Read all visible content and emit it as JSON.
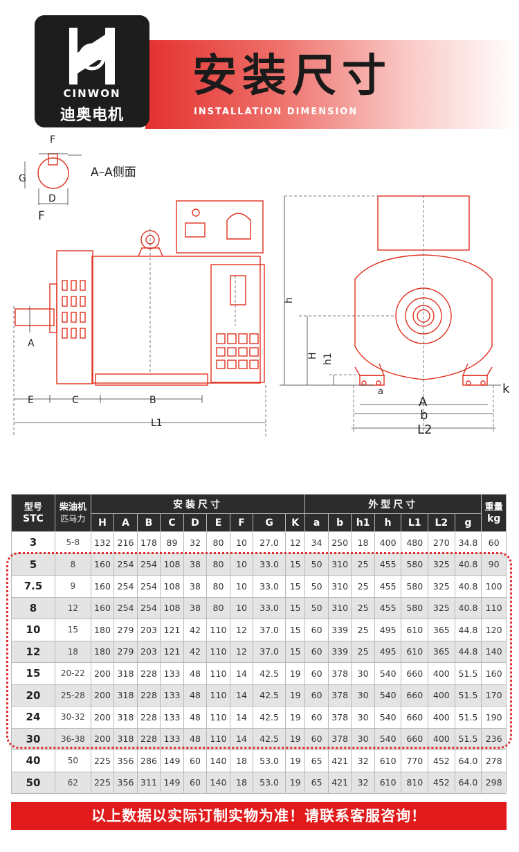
{
  "brand": {
    "name_en": "CINWON",
    "name_cn": "迪奥电机"
  },
  "title": {
    "cn": "安装尺寸",
    "en": "INSTALLATION DIMENSION"
  },
  "drawing": {
    "side_view_caption": "A–A侧面",
    "labels": {
      "F_top": "F",
      "G": "G",
      "D": "D",
      "F_bottom": "F",
      "A_shaft": "A",
      "E": "E",
      "C": "C",
      "B": "B",
      "L1": "L1",
      "h": "h",
      "H": "H",
      "h1": "h1",
      "a": "a",
      "A_front": "A",
      "b": "b",
      "L2": "L2",
      "k": "k"
    },
    "colors": {
      "outline": "#e0301e",
      "dims": "#555555"
    }
  },
  "table": {
    "head": {
      "model_cn": "型号",
      "model_en": "STC",
      "diesel_cn": "柴油机",
      "diesel_sub": "匹马力",
      "group_install": "安装尺寸",
      "group_outer": "外型尺寸",
      "weight_cn": "重量",
      "weight_unit": "kg",
      "install_cols": [
        "H",
        "A",
        "B",
        "C",
        "D",
        "E",
        "F",
        "G",
        "K"
      ],
      "outer_cols": [
        "a",
        "b",
        "h1",
        "h",
        "L1",
        "L2",
        "g"
      ]
    },
    "rows": [
      {
        "model": "3",
        "hp": "5-8",
        "H": "132",
        "A": "216",
        "B": "178",
        "C": "89",
        "D": "32",
        "E": "80",
        "F": "10",
        "G": "27.0",
        "K": "12",
        "a": "34",
        "b": "250",
        "h1": "18",
        "h": "400",
        "L1": "480",
        "L2": "270",
        "g": "34.8",
        "kg": "60"
      },
      {
        "model": "5",
        "hp": "8",
        "H": "160",
        "A": "254",
        "B": "254",
        "C": "108",
        "D": "38",
        "E": "80",
        "F": "10",
        "G": "33.0",
        "K": "15",
        "a": "50",
        "b": "310",
        "h1": "25",
        "h": "455",
        "L1": "580",
        "L2": "325",
        "g": "40.8",
        "kg": "90"
      },
      {
        "model": "7.5",
        "hp": "9",
        "H": "160",
        "A": "254",
        "B": "254",
        "C": "108",
        "D": "38",
        "E": "80",
        "F": "10",
        "G": "33.0",
        "K": "15",
        "a": "50",
        "b": "310",
        "h1": "25",
        "h": "455",
        "L1": "580",
        "L2": "325",
        "g": "40.8",
        "kg": "100"
      },
      {
        "model": "8",
        "hp": "12",
        "H": "160",
        "A": "254",
        "B": "254",
        "C": "108",
        "D": "38",
        "E": "80",
        "F": "10",
        "G": "33.0",
        "K": "15",
        "a": "50",
        "b": "310",
        "h1": "25",
        "h": "455",
        "L1": "580",
        "L2": "325",
        "g": "40.8",
        "kg": "110"
      },
      {
        "model": "10",
        "hp": "15",
        "H": "180",
        "A": "279",
        "B": "203",
        "C": "121",
        "D": "42",
        "E": "110",
        "F": "12",
        "G": "37.0",
        "K": "15",
        "a": "60",
        "b": "339",
        "h1": "25",
        "h": "495",
        "L1": "610",
        "L2": "365",
        "g": "44.8",
        "kg": "120"
      },
      {
        "model": "12",
        "hp": "18",
        "H": "180",
        "A": "279",
        "B": "203",
        "C": "121",
        "D": "42",
        "E": "110",
        "F": "12",
        "G": "37.0",
        "K": "15",
        "a": "60",
        "b": "339",
        "h1": "25",
        "h": "495",
        "L1": "610",
        "L2": "365",
        "g": "44.8",
        "kg": "140"
      },
      {
        "model": "15",
        "hp": "20-22",
        "H": "200",
        "A": "318",
        "B": "228",
        "C": "133",
        "D": "48",
        "E": "110",
        "F": "14",
        "G": "42.5",
        "K": "19",
        "a": "60",
        "b": "378",
        "h1": "30",
        "h": "540",
        "L1": "660",
        "L2": "400",
        "g": "51.5",
        "kg": "160"
      },
      {
        "model": "20",
        "hp": "25-28",
        "H": "200",
        "A": "318",
        "B": "228",
        "C": "133",
        "D": "48",
        "E": "110",
        "F": "14",
        "G": "42.5",
        "K": "19",
        "a": "60",
        "b": "378",
        "h1": "30",
        "h": "540",
        "L1": "660",
        "L2": "400",
        "g": "51.5",
        "kg": "170"
      },
      {
        "model": "24",
        "hp": "30-32",
        "H": "200",
        "A": "318",
        "B": "228",
        "C": "133",
        "D": "48",
        "E": "110",
        "F": "14",
        "G": "42.5",
        "K": "19",
        "a": "60",
        "b": "378",
        "h1": "30",
        "h": "540",
        "L1": "660",
        "L2": "400",
        "g": "51.5",
        "kg": "190"
      },
      {
        "model": "30",
        "hp": "36-38",
        "H": "200",
        "A": "318",
        "B": "228",
        "C": "133",
        "D": "48",
        "E": "110",
        "F": "14",
        "G": "42.5",
        "K": "19",
        "a": "60",
        "b": "378",
        "h1": "30",
        "h": "540",
        "L1": "660",
        "L2": "400",
        "g": "51.5",
        "kg": "236"
      },
      {
        "model": "40",
        "hp": "50",
        "H": "225",
        "A": "356",
        "B": "286",
        "C": "149",
        "D": "60",
        "E": "140",
        "F": "18",
        "G": "53.0",
        "K": "19",
        "a": "65",
        "b": "421",
        "h1": "32",
        "h": "610",
        "L1": "770",
        "L2": "452",
        "g": "64.0",
        "kg": "278"
      },
      {
        "model": "50",
        "hp": "62",
        "H": "225",
        "A": "356",
        "B": "311",
        "C": "149",
        "D": "60",
        "E": "140",
        "F": "18",
        "G": "53.0",
        "K": "19",
        "a": "65",
        "b": "421",
        "h1": "32",
        "h": "610",
        "L1": "810",
        "L2": "452",
        "g": "64.0",
        "kg": "298"
      }
    ],
    "highlight_color": "#e12b2b"
  },
  "footer": {
    "notice": "以上数据以实际订制实物为准！请联系客服咨询！",
    "background": "#e11b1b"
  }
}
